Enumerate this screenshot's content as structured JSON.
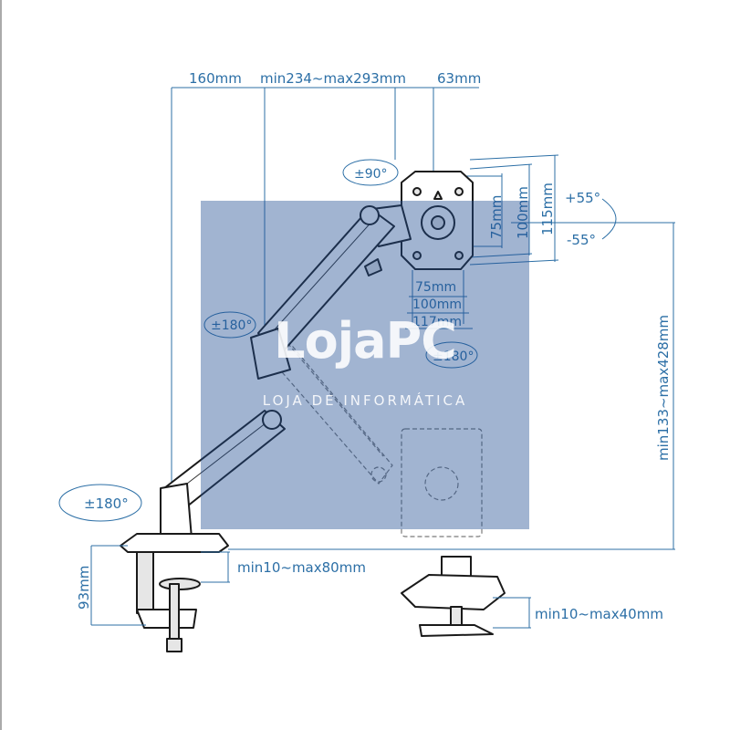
{
  "dimensions": {
    "arm_reach": "160mm",
    "extension": "min234~max293mm",
    "offset": "63mm",
    "rotate_top": "±90°",
    "tilt_up": "+55°",
    "tilt_down": "-55°",
    "vesa_h_75": "75mm",
    "vesa_h_100": "100mm",
    "vesa_h_115": "115mm",
    "vesa_w_75": "75mm",
    "vesa_w_100": "100mm",
    "vesa_w_117": "117mm",
    "swivel_elbow": "±180°",
    "swivel_head": "±180°",
    "swivel_base": "±180°",
    "height_range": "min133~max428mm",
    "clamp_height": "93mm",
    "clamp_thickness": "min10~max80mm",
    "grommet_thickness": "min10~max40mm"
  },
  "watermark": {
    "title": "LojaPC",
    "subtitle": "LOJA DE INFORMÁTICA"
  },
  "colors": {
    "dimension": "#2c6fa6",
    "watermark": "#1e4c91",
    "outline": "#1a1a1a"
  }
}
